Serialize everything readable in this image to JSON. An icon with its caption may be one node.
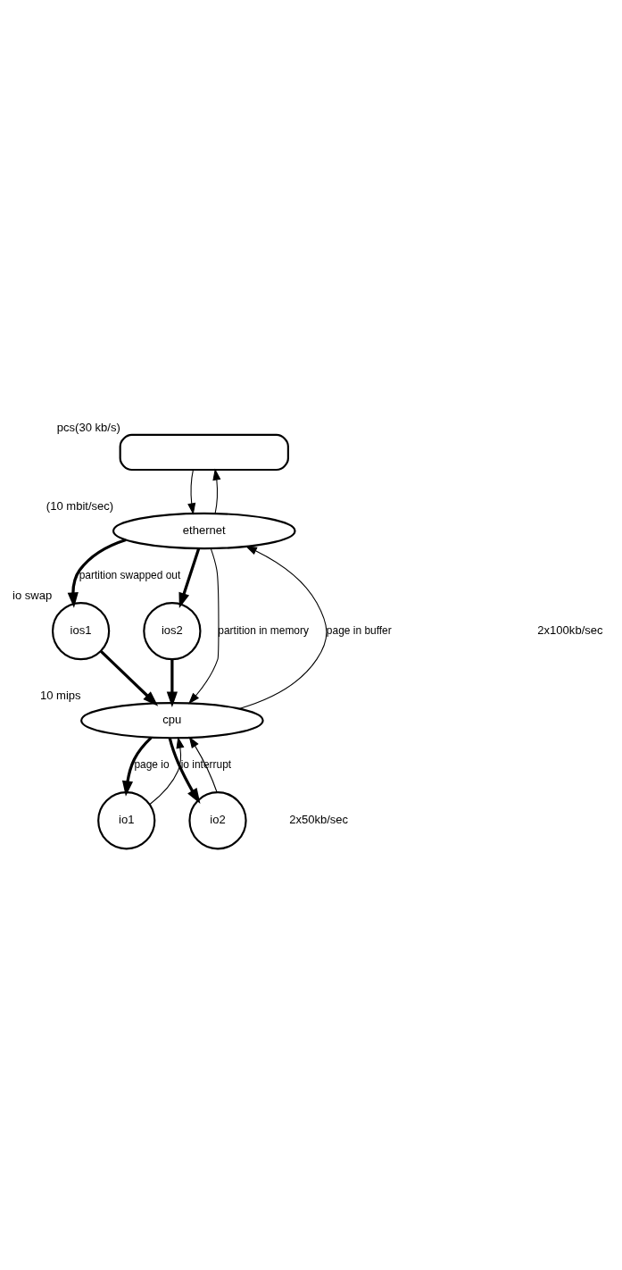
{
  "diagram": {
    "nodes": [
      {
        "text": [],
        "shape": "box",
        "beside": [
          "pcs(30 kb/s)"
        ]
      },
      {
        "text": [
          "ethernet"
        ],
        "beside": [
          "(10 mbit/sec)"
        ]
      },
      {
        "text": [
          "ios1"
        ],
        "beside": [
          "io swap"
        ]
      },
      {
        "text": [
          "ios2"
        ]
      },
      {
        "text": [
          "cpu"
        ],
        "beside": [
          "10 mips"
        ]
      },
      {
        "text": [
          "io1"
        ]
      },
      {
        "text": [
          "io2"
        ]
      }
    ],
    "edges": [
      {
        "from": 1,
        "to": 0,
        "arrow": "to"
      },
      {
        "from": 0,
        "to": 1,
        "arrow": "to"
      },
      {
        "from": 1,
        "to": 2,
        "arrow": "to",
        "label": "partition swapped out",
        "style": "thick"
      },
      {
        "from": 1,
        "to": 3,
        "arrow": "to",
        "style": "thick"
      },
      {
        "from": 1,
        "to": 4,
        "arrow": "to",
        "label": "partition in memory"
      },
      {
        "from": 2,
        "to": 4,
        "arrow": "to",
        "style": "thick"
      },
      {
        "from": 3,
        "to": 4,
        "arrow": "to",
        "style": "thick"
      },
      {
        "from": 4,
        "to": 5,
        "arrow": "to",
        "label": "page io",
        "style": "thick"
      },
      {
        "from": 4,
        "to": 6,
        "arrow": "to",
        "style": "thick"
      },
      {
        "from": 4,
        "to": 1,
        "arrow": "to",
        "label": "page in buffer"
      },
      {
        "from": 5,
        "to": 4,
        "arrow": "to",
        "label": "io interrupt"
      },
      {
        "from": 6,
        "to": 4,
        "arrow": "to"
      }
    ],
    "labels": [
      "2x100kb/sec",
      "2x50kb/sec"
    ]
  }
}
